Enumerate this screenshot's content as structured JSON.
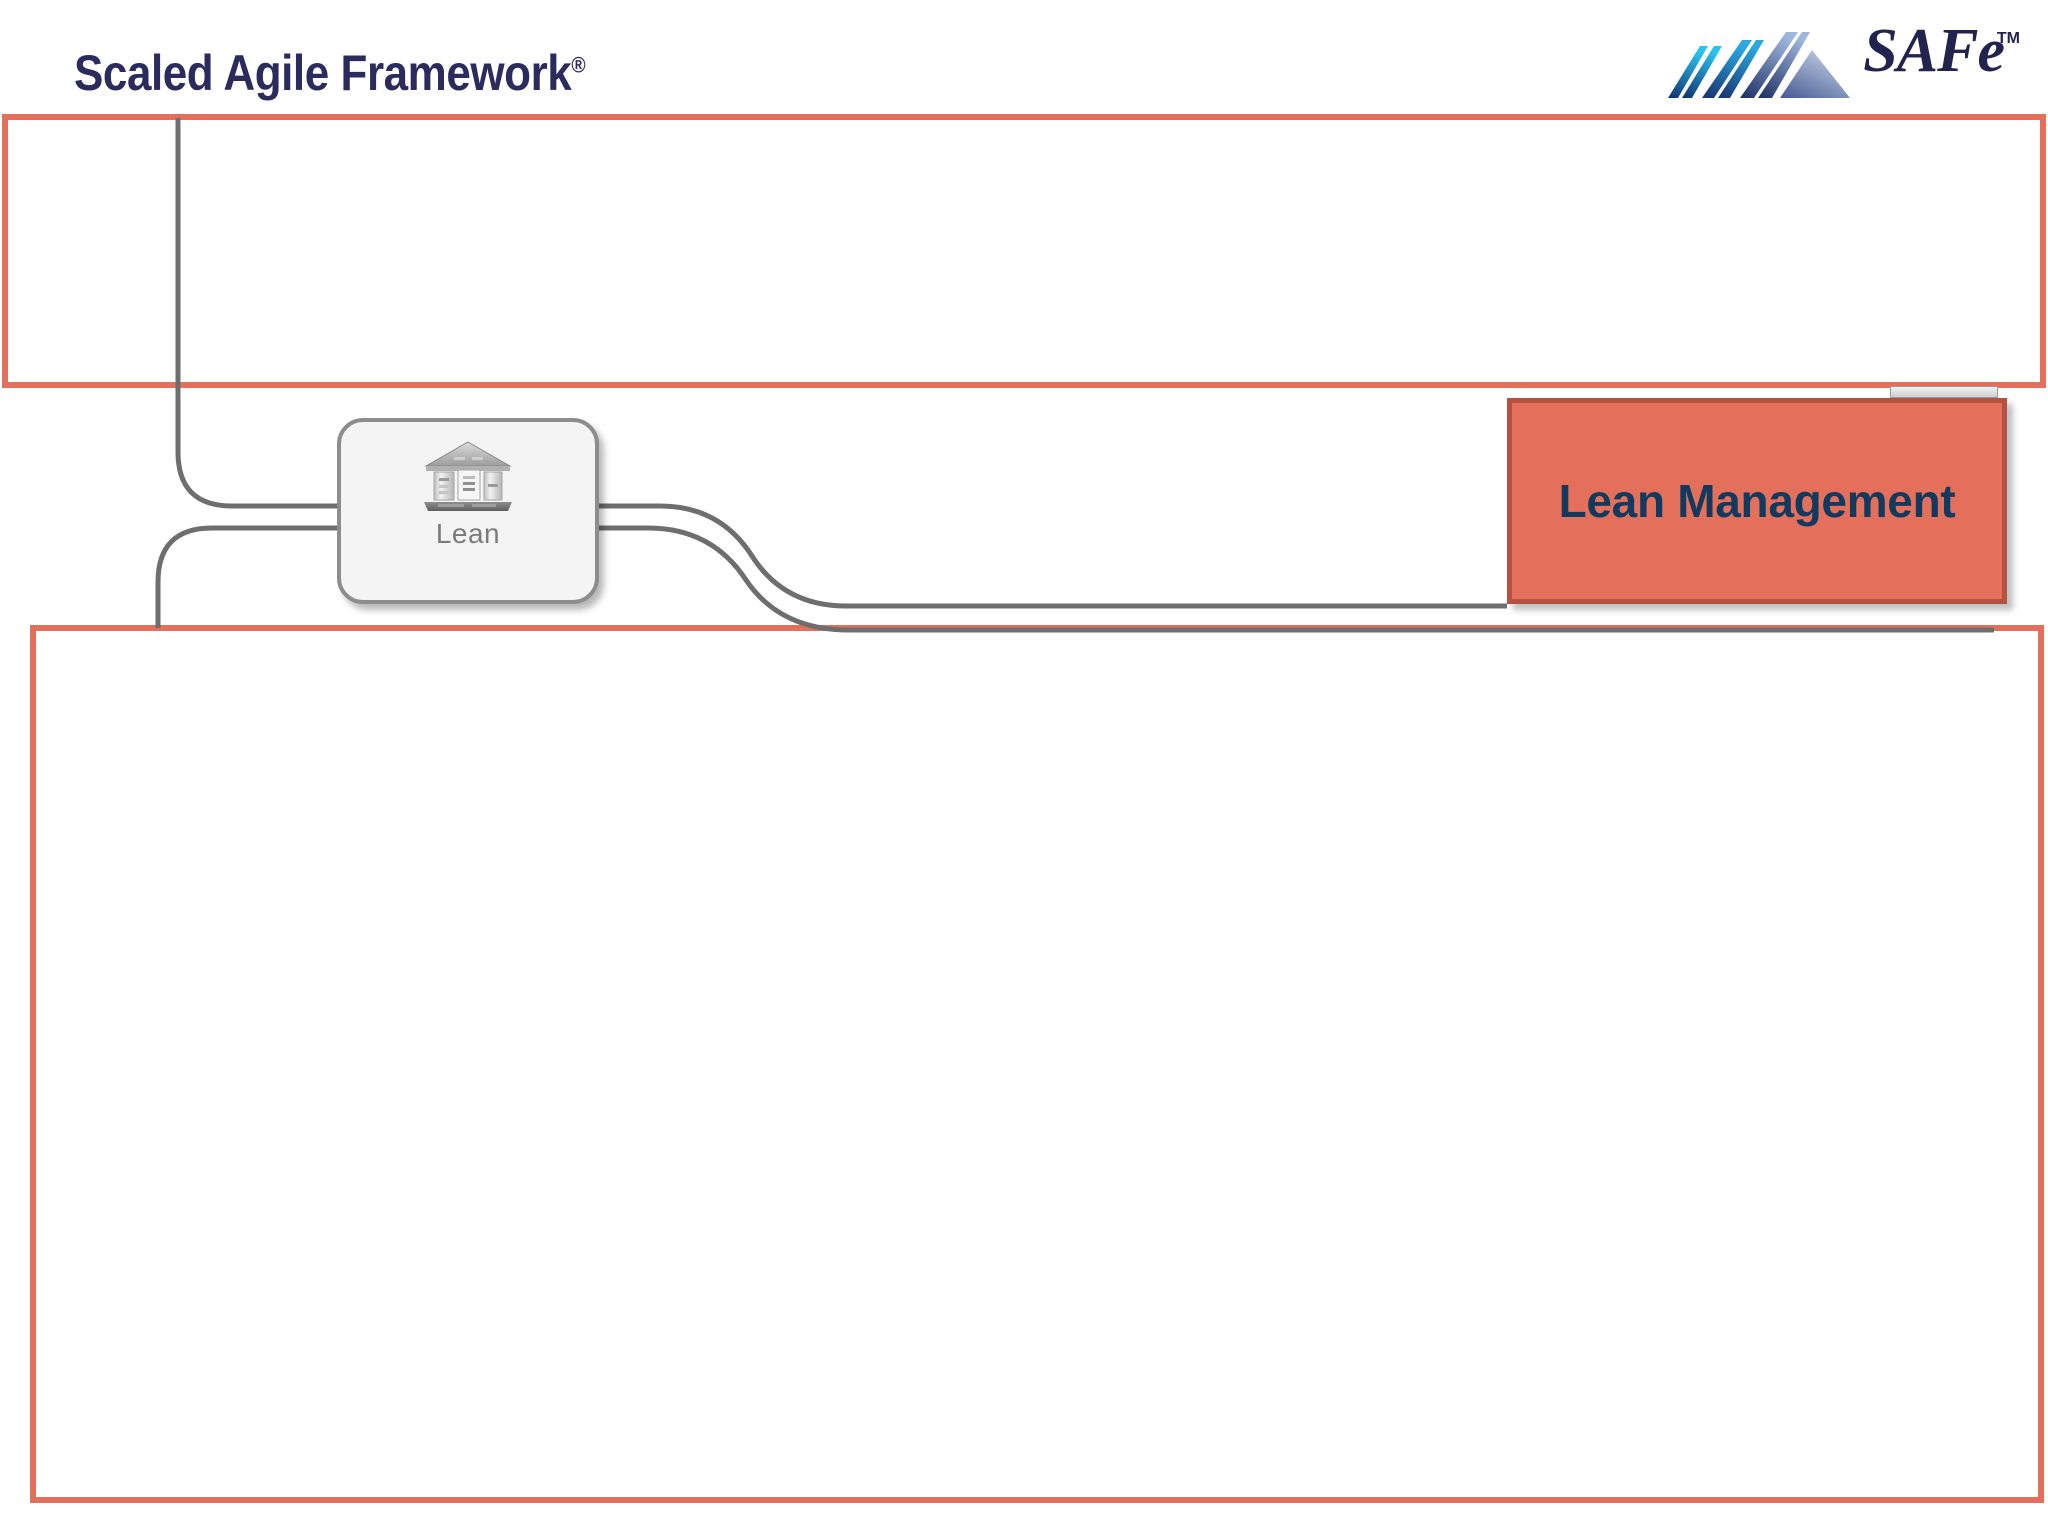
{
  "header": {
    "wordmark": "Scaled Agile Framework",
    "wordmark_mark": "®",
    "logo_text": "SAFe",
    "logo_tm": "TM",
    "logo_icon": "safe-chevrons-icon"
  },
  "colors": {
    "frame_border": "#E4705B",
    "box_fill": "#E4705B",
    "box_border": "#B4523F",
    "box_text": "#123A5E",
    "wordmark": "#2B2B5E",
    "connector": "#6E6E6E",
    "node_fill": "#F4F4F4",
    "node_border": "#8D8D8D",
    "node_label": "#7B7B7B"
  },
  "frames": [
    {
      "name": "top-content-frame",
      "label": ""
    },
    {
      "name": "bottom-content-frame",
      "label": ""
    }
  ],
  "nodes": {
    "lean": {
      "label": "Lean",
      "icon": "lean-house-icon"
    }
  },
  "callout": {
    "label": "Lean Management"
  },
  "connectors": [
    {
      "name": "lean-to-upper-left"
    },
    {
      "name": "lean-to-lower-left"
    },
    {
      "name": "lean-to-lean-management"
    },
    {
      "name": "lean-to-lower-right"
    }
  ]
}
